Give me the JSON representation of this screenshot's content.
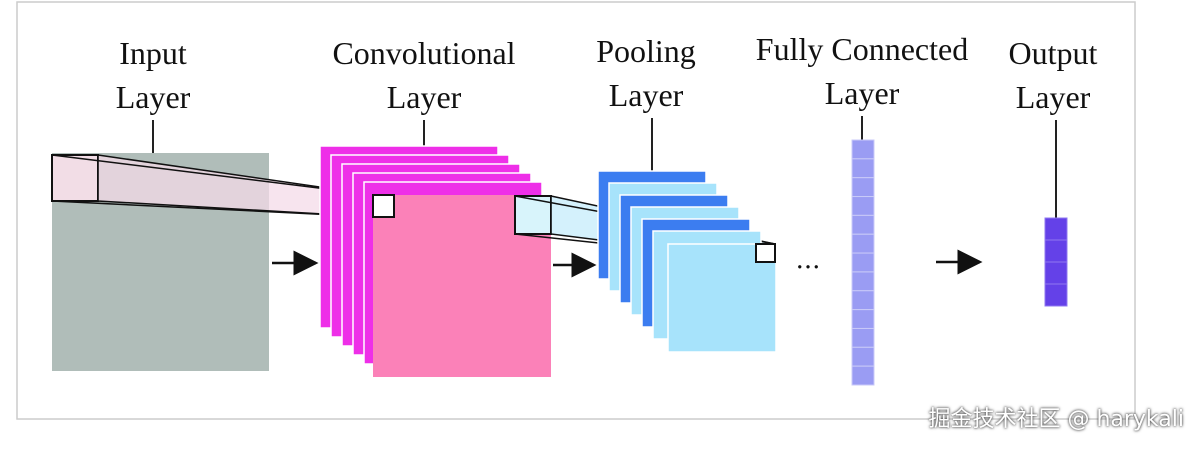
{
  "labels": {
    "input_l1": "Input",
    "input_l2": "Layer",
    "conv_l1": "Convolutional",
    "conv_l2": "Layer",
    "pool_l1": "Pooling",
    "pool_l2": "Layer",
    "fc_l1": "Fully Connected",
    "fc_l2": "Layer",
    "out_l1": "Output",
    "out_l2": "Layer"
  },
  "ellipsis": "...",
  "watermark": "掘金技术社区 @ harykali",
  "colors": {
    "input": "#b0bdb9",
    "conv_edge": "#ee2fe8",
    "conv_front": "#fb81b8",
    "pool_edge": "#3c7df0",
    "pool_front": "#a7e3fb",
    "fully_connected": "#9a9cf3",
    "output": "#6441e8"
  }
}
